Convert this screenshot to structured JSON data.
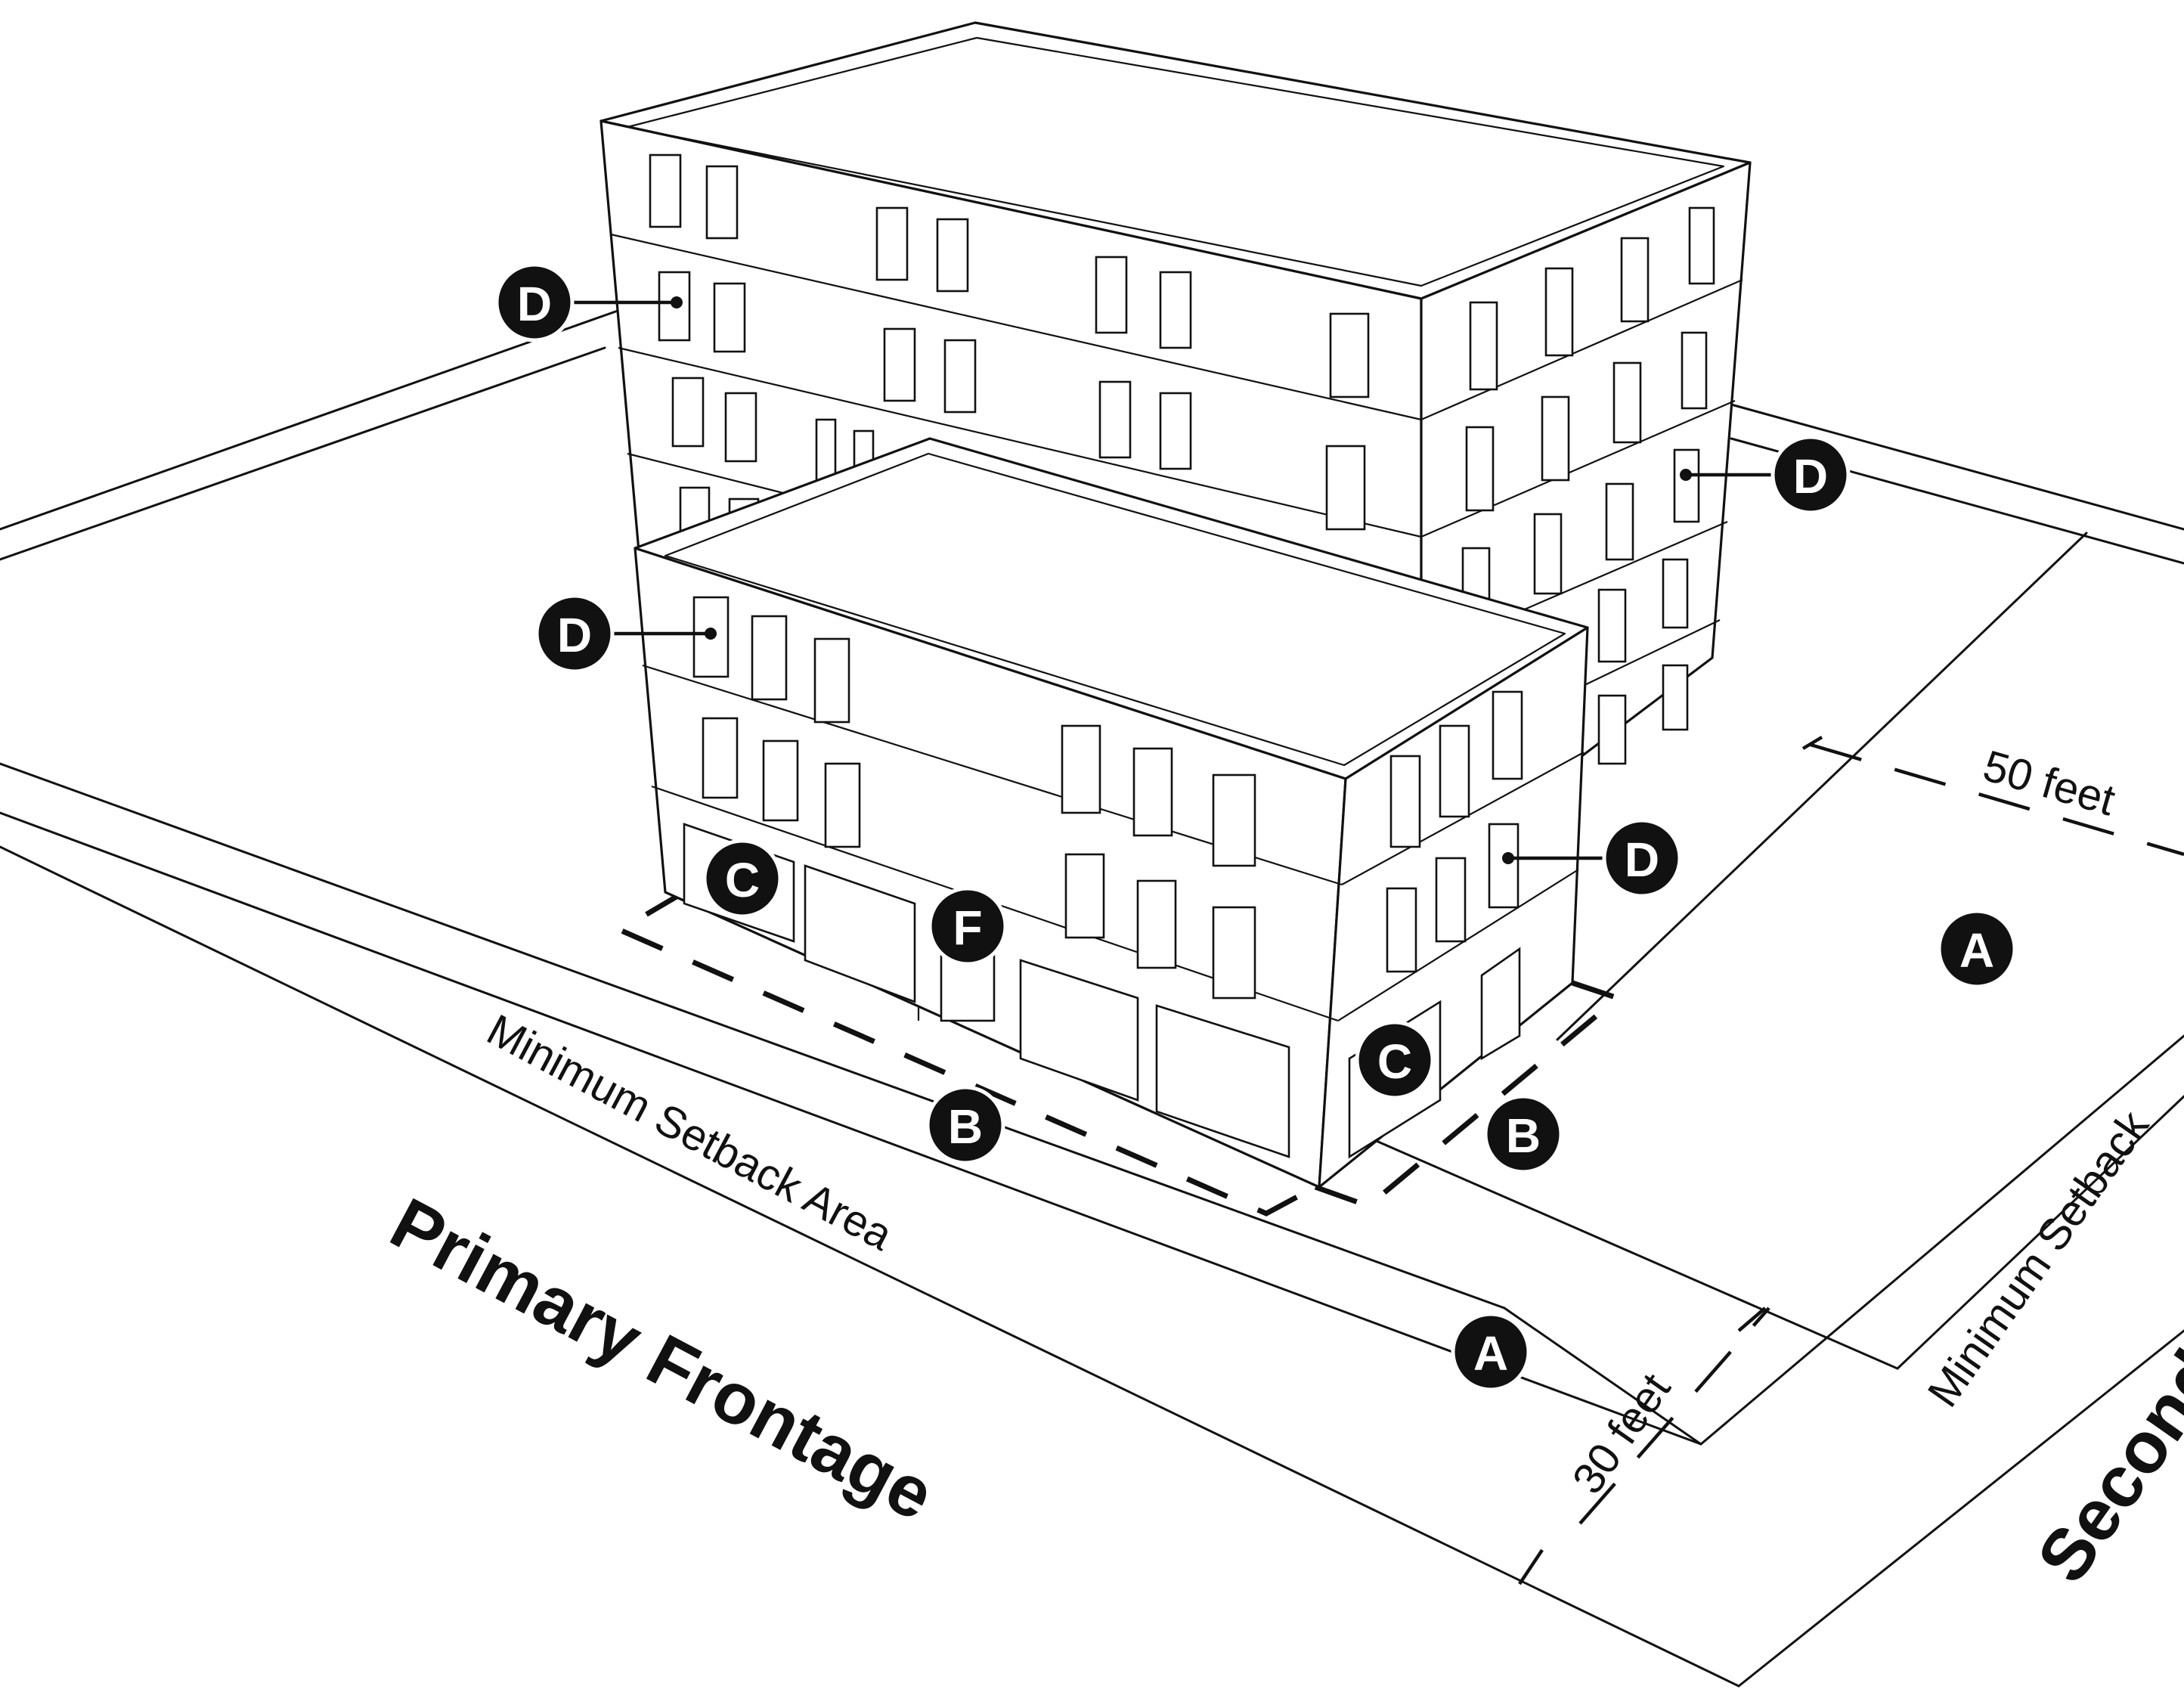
{
  "labels": {
    "primary_frontage": "Primary Frontage",
    "secondary_frontage": "Second",
    "setback_primary": "Minimum Setback Area",
    "setback_secondary": "Minimum Setback",
    "dim_30": "30 feet",
    "dim_50": "50 feet"
  },
  "callouts": {
    "A": "A",
    "B": "B",
    "C": "C",
    "D": "D",
    "F": "F"
  }
}
